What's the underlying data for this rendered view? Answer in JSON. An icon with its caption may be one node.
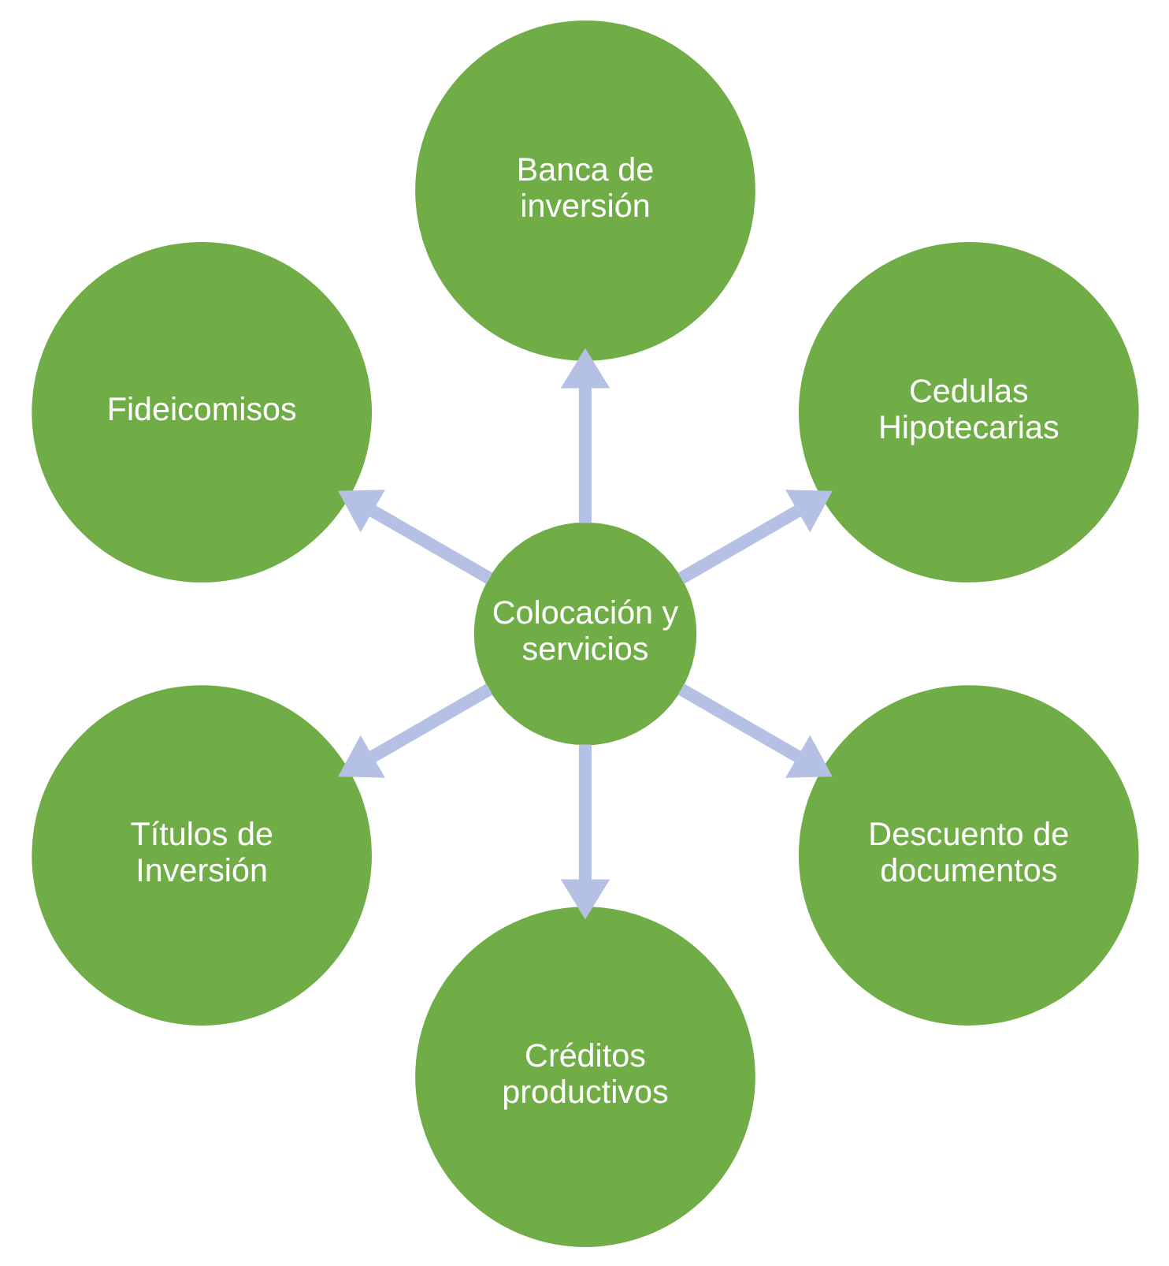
{
  "diagram": {
    "nodes": [
      {
        "text": [
          "Colocación y servicios"
        ]
      },
      {
        "text": [
          "Banca de inversión"
        ]
      },
      {
        "text": [
          "Cedulas Hipotecarias"
        ]
      },
      {
        "text": [
          "Descuento de documentos"
        ]
      },
      {
        "text": [
          "Créditos productivos"
        ]
      },
      {
        "text": [
          "Títulos de Inversión"
        ]
      },
      {
        "text": [
          "Fideicomisos"
        ]
      }
    ],
    "edges": [
      {
        "from": 0,
        "to": 1,
        "arrow": "to"
      },
      {
        "from": 0,
        "to": 2,
        "arrow": "to"
      },
      {
        "from": 0,
        "to": 3,
        "arrow": "to"
      },
      {
        "from": 0,
        "to": 4,
        "arrow": "to"
      },
      {
        "from": 0,
        "to": 5,
        "arrow": "to"
      },
      {
        "from": 0,
        "to": 6,
        "arrow": "to"
      }
    ]
  }
}
